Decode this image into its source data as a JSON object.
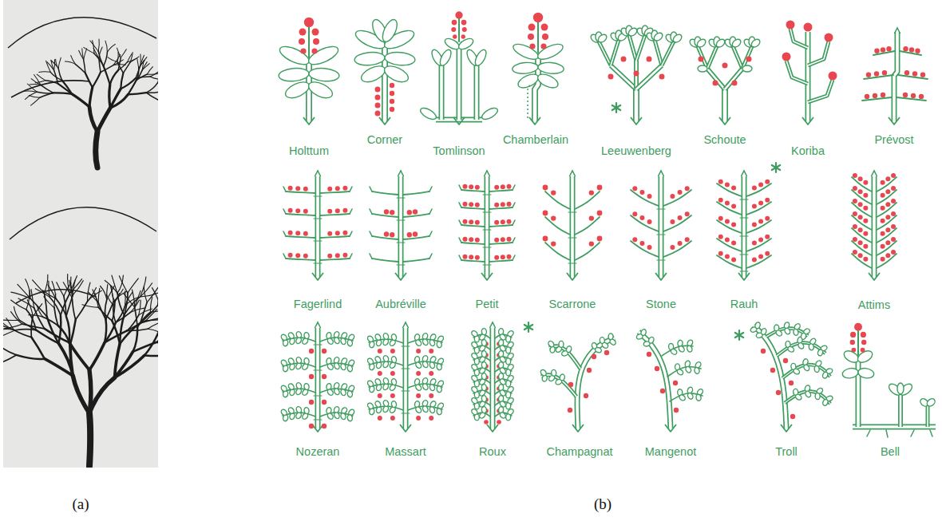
{
  "diagram": {
    "labels": [
      "Holttum",
      "Corner",
      "Tomlinson",
      "Chamberlain",
      "Leeuwenberg",
      "Schoute",
      "Koriba",
      "Prévost",
      "Fagerlind",
      "Aubréville",
      "Petit",
      "Scarrone",
      "Stone",
      "Rauh",
      "Attims",
      "Nozeran",
      "Massart",
      "Roux",
      "Champagnat",
      "Mangenot",
      "Troll",
      "Bell",
      "(a)",
      "(b)"
    ]
  }
}
